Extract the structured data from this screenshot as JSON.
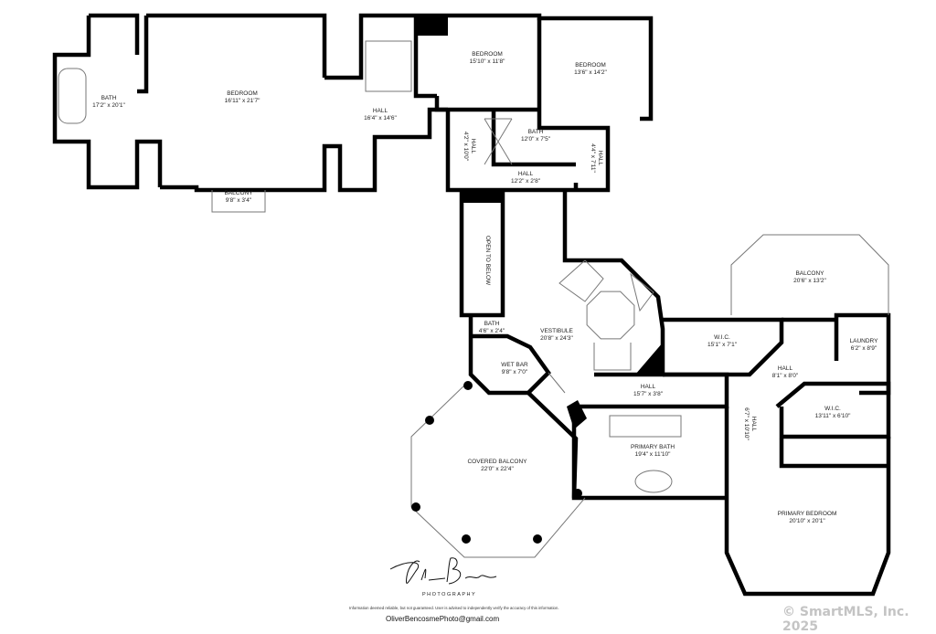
{
  "rooms": {
    "bath1": {
      "name": "BATH",
      "size": "17'2\" x 20'1\""
    },
    "bedroom1": {
      "name": "BEDROOM",
      "size": "16'11\" x 21'7\""
    },
    "balcony1": {
      "name": "BALCONY",
      "size": "9'8\" x 3'4\""
    },
    "hall1": {
      "name": "HALL",
      "size": "16'4\" x 14'6\""
    },
    "hall2": {
      "name": "HALL",
      "size": "4'2\" x 10'0\""
    },
    "bedroom2": {
      "name": "BEDROOM",
      "size": "15'10\" x 11'8\""
    },
    "bedroom3": {
      "name": "BEDROOM",
      "size": "13'6\" x 14'2\""
    },
    "bath2": {
      "name": "BATH",
      "size": "12'0\" x 7'5\""
    },
    "hall3": {
      "name": "HALL",
      "size": "4'4\" x 7'11\""
    },
    "hall4": {
      "name": "HALL",
      "size": "12'2\" x 2'8\""
    },
    "open_below": {
      "name": "OPEN TO BELOW"
    },
    "bath3": {
      "name": "BATH",
      "size": "4'6\" x 2'4\""
    },
    "vestibule": {
      "name": "VESTIBULE",
      "size": "20'8\" x 24'3\""
    },
    "wet_bar": {
      "name": "WET BAR",
      "size": "9'8\" x 7'0\""
    },
    "balcony2": {
      "name": "BALCONY",
      "size": "20'6\" x 13'2\""
    },
    "wic1": {
      "name": "W.I.C.",
      "size": "15'1\" x 7'1\""
    },
    "laundry": {
      "name": "LAUNDRY",
      "size": "6'2\" x 8'9\""
    },
    "hall5": {
      "name": "HALL",
      "size": "8'1\" x 8'0\""
    },
    "hall6": {
      "name": "HALL",
      "size": "15'7\" x 3'8\""
    },
    "wic2": {
      "name": "W.I.C.",
      "size": "13'11\" x 6'10\""
    },
    "hall7": {
      "name": "HALL",
      "size": "6'7\" x 10'10\""
    },
    "covered_balcony": {
      "name": "COVERED BALCONY",
      "size": "22'0\" x 22'4\""
    },
    "primary_bath": {
      "name": "PRIMARY BATH",
      "size": "19'4\" x 11'10\""
    },
    "primary_bedroom": {
      "name": "PRIMARY BEDROOM",
      "size": "20'10\" x 20'1\""
    }
  },
  "footer": {
    "signature": "Oliver Bencosme",
    "photography": "PHOTOGRAPHY",
    "disclaimer": "Information deemed reliable, but not guaranteed. User is advised to independently verify the accuracy of this information.",
    "email": "OliverBencosmePhoto@gmail.com",
    "copyright": "© SmartMLS, Inc.  2025"
  },
  "colors": {
    "wall": "#000000",
    "window": "#888888",
    "watermark": "#c4c4c4"
  }
}
